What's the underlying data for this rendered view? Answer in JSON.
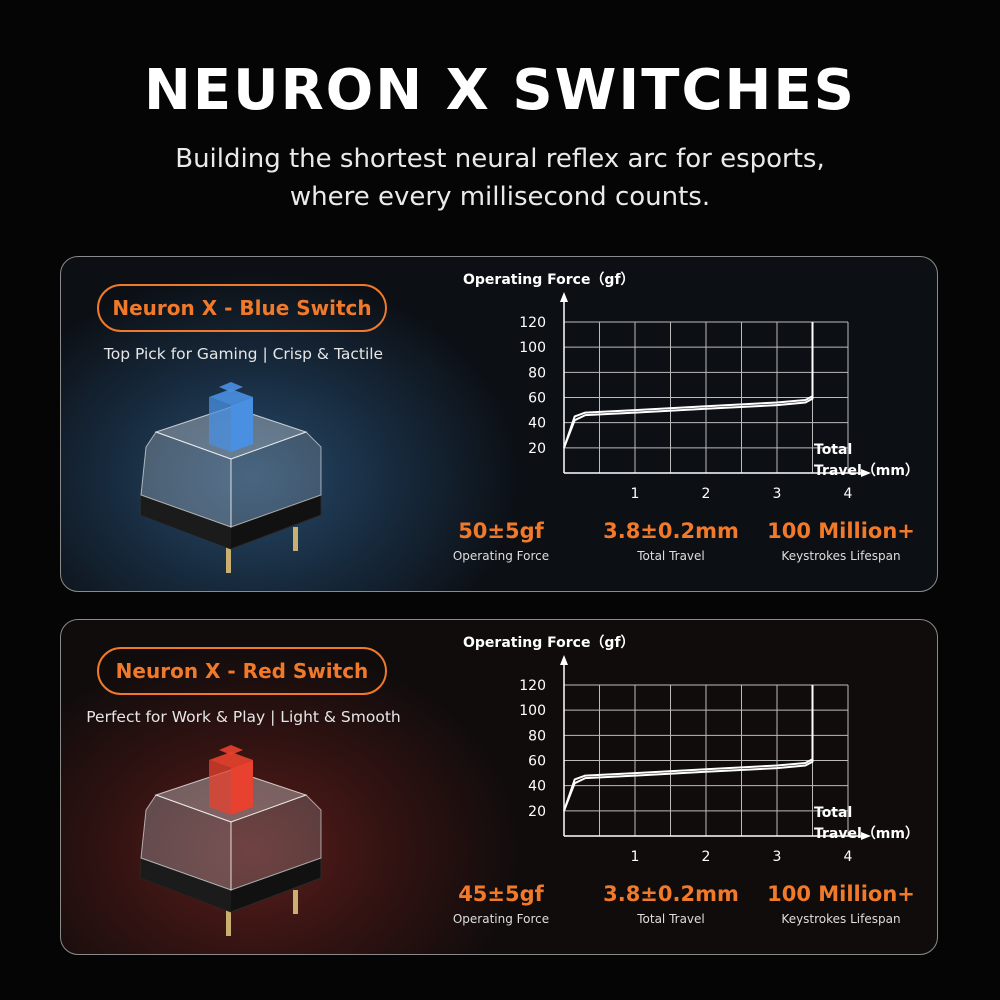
{
  "header": {
    "title": "NEURON X SWITCHES",
    "subtitle_line1": "Building the shortest neural reflex arc for esports,",
    "subtitle_line2": "where every millisecond counts."
  },
  "colors": {
    "accent": "#f07a2a",
    "blue_stem": "#4a90e2",
    "red_stem": "#e8412f"
  },
  "cards": [
    {
      "name": "Neuron X - Blue Switch",
      "tagline": "Top Pick for Gaming | Crisp & Tactile",
      "stem_color": "#4a90e2",
      "chart": {
        "ylabel": "Operating Force（gf）",
        "xlabel_line1": "Total",
        "xlabel_line2": "Travel（mm）",
        "y_ticks": [
          "120",
          "100",
          "80",
          "60",
          "40",
          "20"
        ],
        "x_ticks": [
          "1",
          "2",
          "3",
          "4"
        ]
      },
      "stats": [
        {
          "value": "50±5gf",
          "label": "Operating Force"
        },
        {
          "value": "3.8±0.2mm",
          "label": "Total Travel"
        },
        {
          "value": "100 Million+",
          "label": "Keystrokes Lifespan"
        }
      ]
    },
    {
      "name": "Neuron X - Red Switch",
      "tagline": "Perfect for Work & Play | Light & Smooth",
      "stem_color": "#e8412f",
      "chart": {
        "ylabel": "Operating Force（gf）",
        "xlabel_line1": "Total",
        "xlabel_line2": "Travel（mm）",
        "y_ticks": [
          "120",
          "100",
          "80",
          "60",
          "40",
          "20"
        ],
        "x_ticks": [
          "1",
          "2",
          "3",
          "4"
        ]
      },
      "stats": [
        {
          "value": "45±5gf",
          "label": "Operating Force"
        },
        {
          "value": "3.8±0.2mm",
          "label": "Total Travel"
        },
        {
          "value": "100 Million+",
          "label": "Keystrokes Lifespan"
        }
      ]
    }
  ],
  "chart_data": [
    {
      "type": "line",
      "title": "",
      "ylabel": "Operating Force（gf）",
      "xlabel": "Total Travel（mm）",
      "xlim": [
        0,
        4
      ],
      "ylim": [
        0,
        120
      ],
      "grid": true,
      "series": [
        {
          "x": [
            0,
            0.15,
            0.3,
            1,
            2,
            3,
            3.4,
            3.5,
            3.5
          ],
          "y": [
            20,
            45,
            48,
            50,
            53,
            56,
            58,
            61,
            120
          ]
        },
        {
          "x": [
            0,
            0.15,
            0.3,
            1,
            2,
            3,
            3.4,
            3.5,
            3.5
          ],
          "y": [
            20,
            42,
            46,
            48,
            51,
            54,
            56,
            59,
            120
          ]
        }
      ]
    },
    {
      "type": "line",
      "title": "",
      "ylabel": "Operating Force（gf）",
      "xlabel": "Total Travel（mm）",
      "xlim": [
        0,
        4
      ],
      "ylim": [
        0,
        120
      ],
      "grid": true,
      "series": [
        {
          "x": [
            0,
            0.15,
            0.3,
            1,
            2,
            3,
            3.4,
            3.5,
            3.5
          ],
          "y": [
            20,
            45,
            48,
            50,
            53,
            56,
            58,
            61,
            120
          ]
        },
        {
          "x": [
            0,
            0.15,
            0.3,
            1,
            2,
            3,
            3.4,
            3.5,
            3.5
          ],
          "y": [
            20,
            42,
            46,
            48,
            51,
            54,
            56,
            59,
            120
          ]
        }
      ]
    }
  ]
}
